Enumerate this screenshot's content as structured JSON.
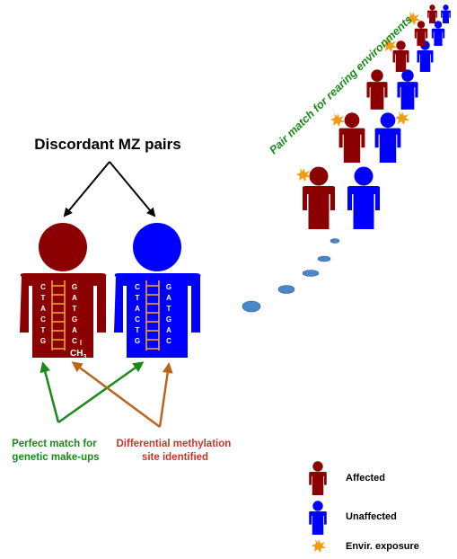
{
  "diagram": {
    "title": "Discordant MZ pairs",
    "rearing_label": "Pair match for rearing environments",
    "twin_left": {
      "strand_a": [
        "C",
        "T",
        "A",
        "C",
        "T",
        "G"
      ],
      "strand_b": [
        "G",
        "A",
        "T",
        "G",
        "A",
        "C"
      ],
      "methyl_label": "CH",
      "methyl_sub": "3"
    },
    "twin_right": {
      "strand_a": [
        "C",
        "T",
        "A",
        "C",
        "T",
        "G"
      ],
      "strand_b": [
        "G",
        "A",
        "T",
        "G",
        "A",
        "C"
      ]
    },
    "label_genetic": [
      "Perfect match for",
      "genetic make-ups"
    ],
    "label_methylation": [
      "Differential methylation",
      "site identified"
    ],
    "legend": {
      "affected": "Affected",
      "unaffected": "Unaffected",
      "exposure": "Envir. exposure"
    }
  },
  "colors": {
    "affected": "#8b0000",
    "unaffected": "#0000ff",
    "genetic_arrow": "#1a8a1a",
    "methyl_arrow": "#b8651e",
    "methyl_text": "#c0392b",
    "dots": "#4a86c8",
    "ladder": "#f0a030",
    "exposure": "#f39c12"
  }
}
